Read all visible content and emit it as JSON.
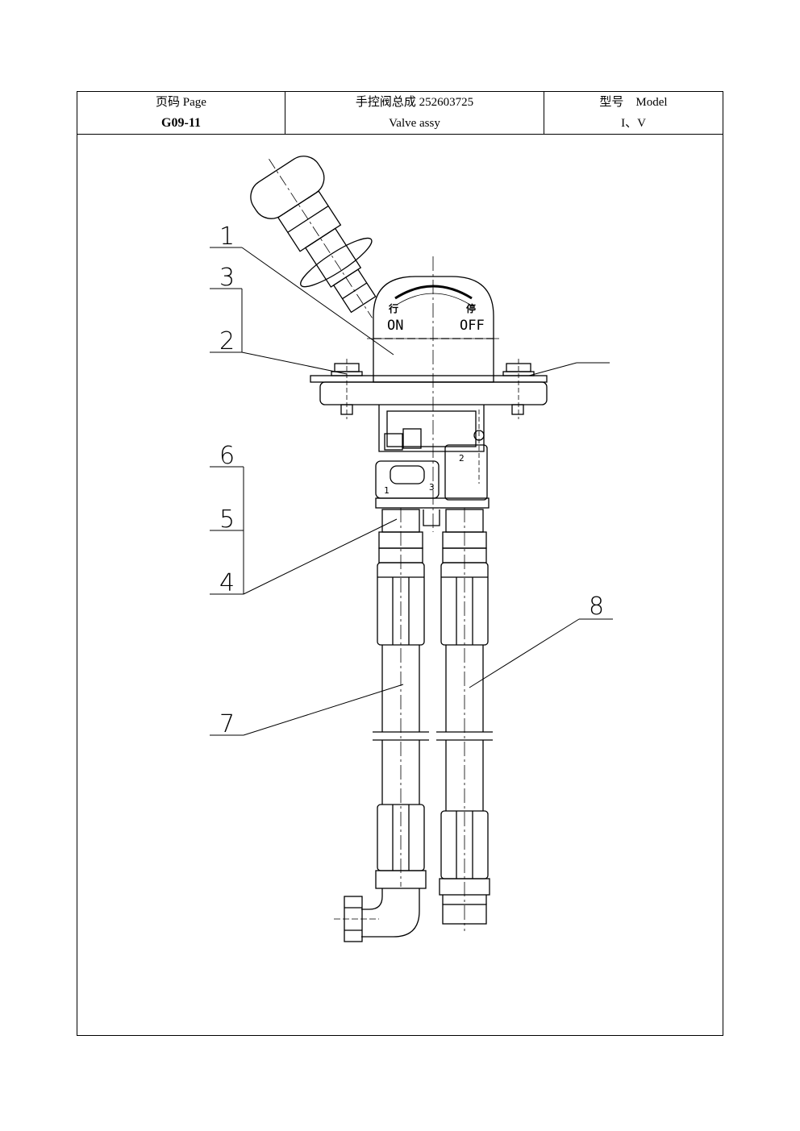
{
  "header": {
    "page_label": "页码 Page",
    "page_number": "G09-11",
    "title_cn": "手控阀总成 252603725",
    "title_en": "Valve assy",
    "model_label": "型号    Model",
    "model_value": "I、V"
  },
  "dial": {
    "left_cn": "行",
    "right_cn": "停",
    "left_en": "ON",
    "right_en": "OFF"
  },
  "ports": [
    "1",
    "2",
    "3"
  ],
  "callouts": [
    "1",
    "3",
    "2",
    "6",
    "5",
    "4",
    "7",
    "8"
  ]
}
